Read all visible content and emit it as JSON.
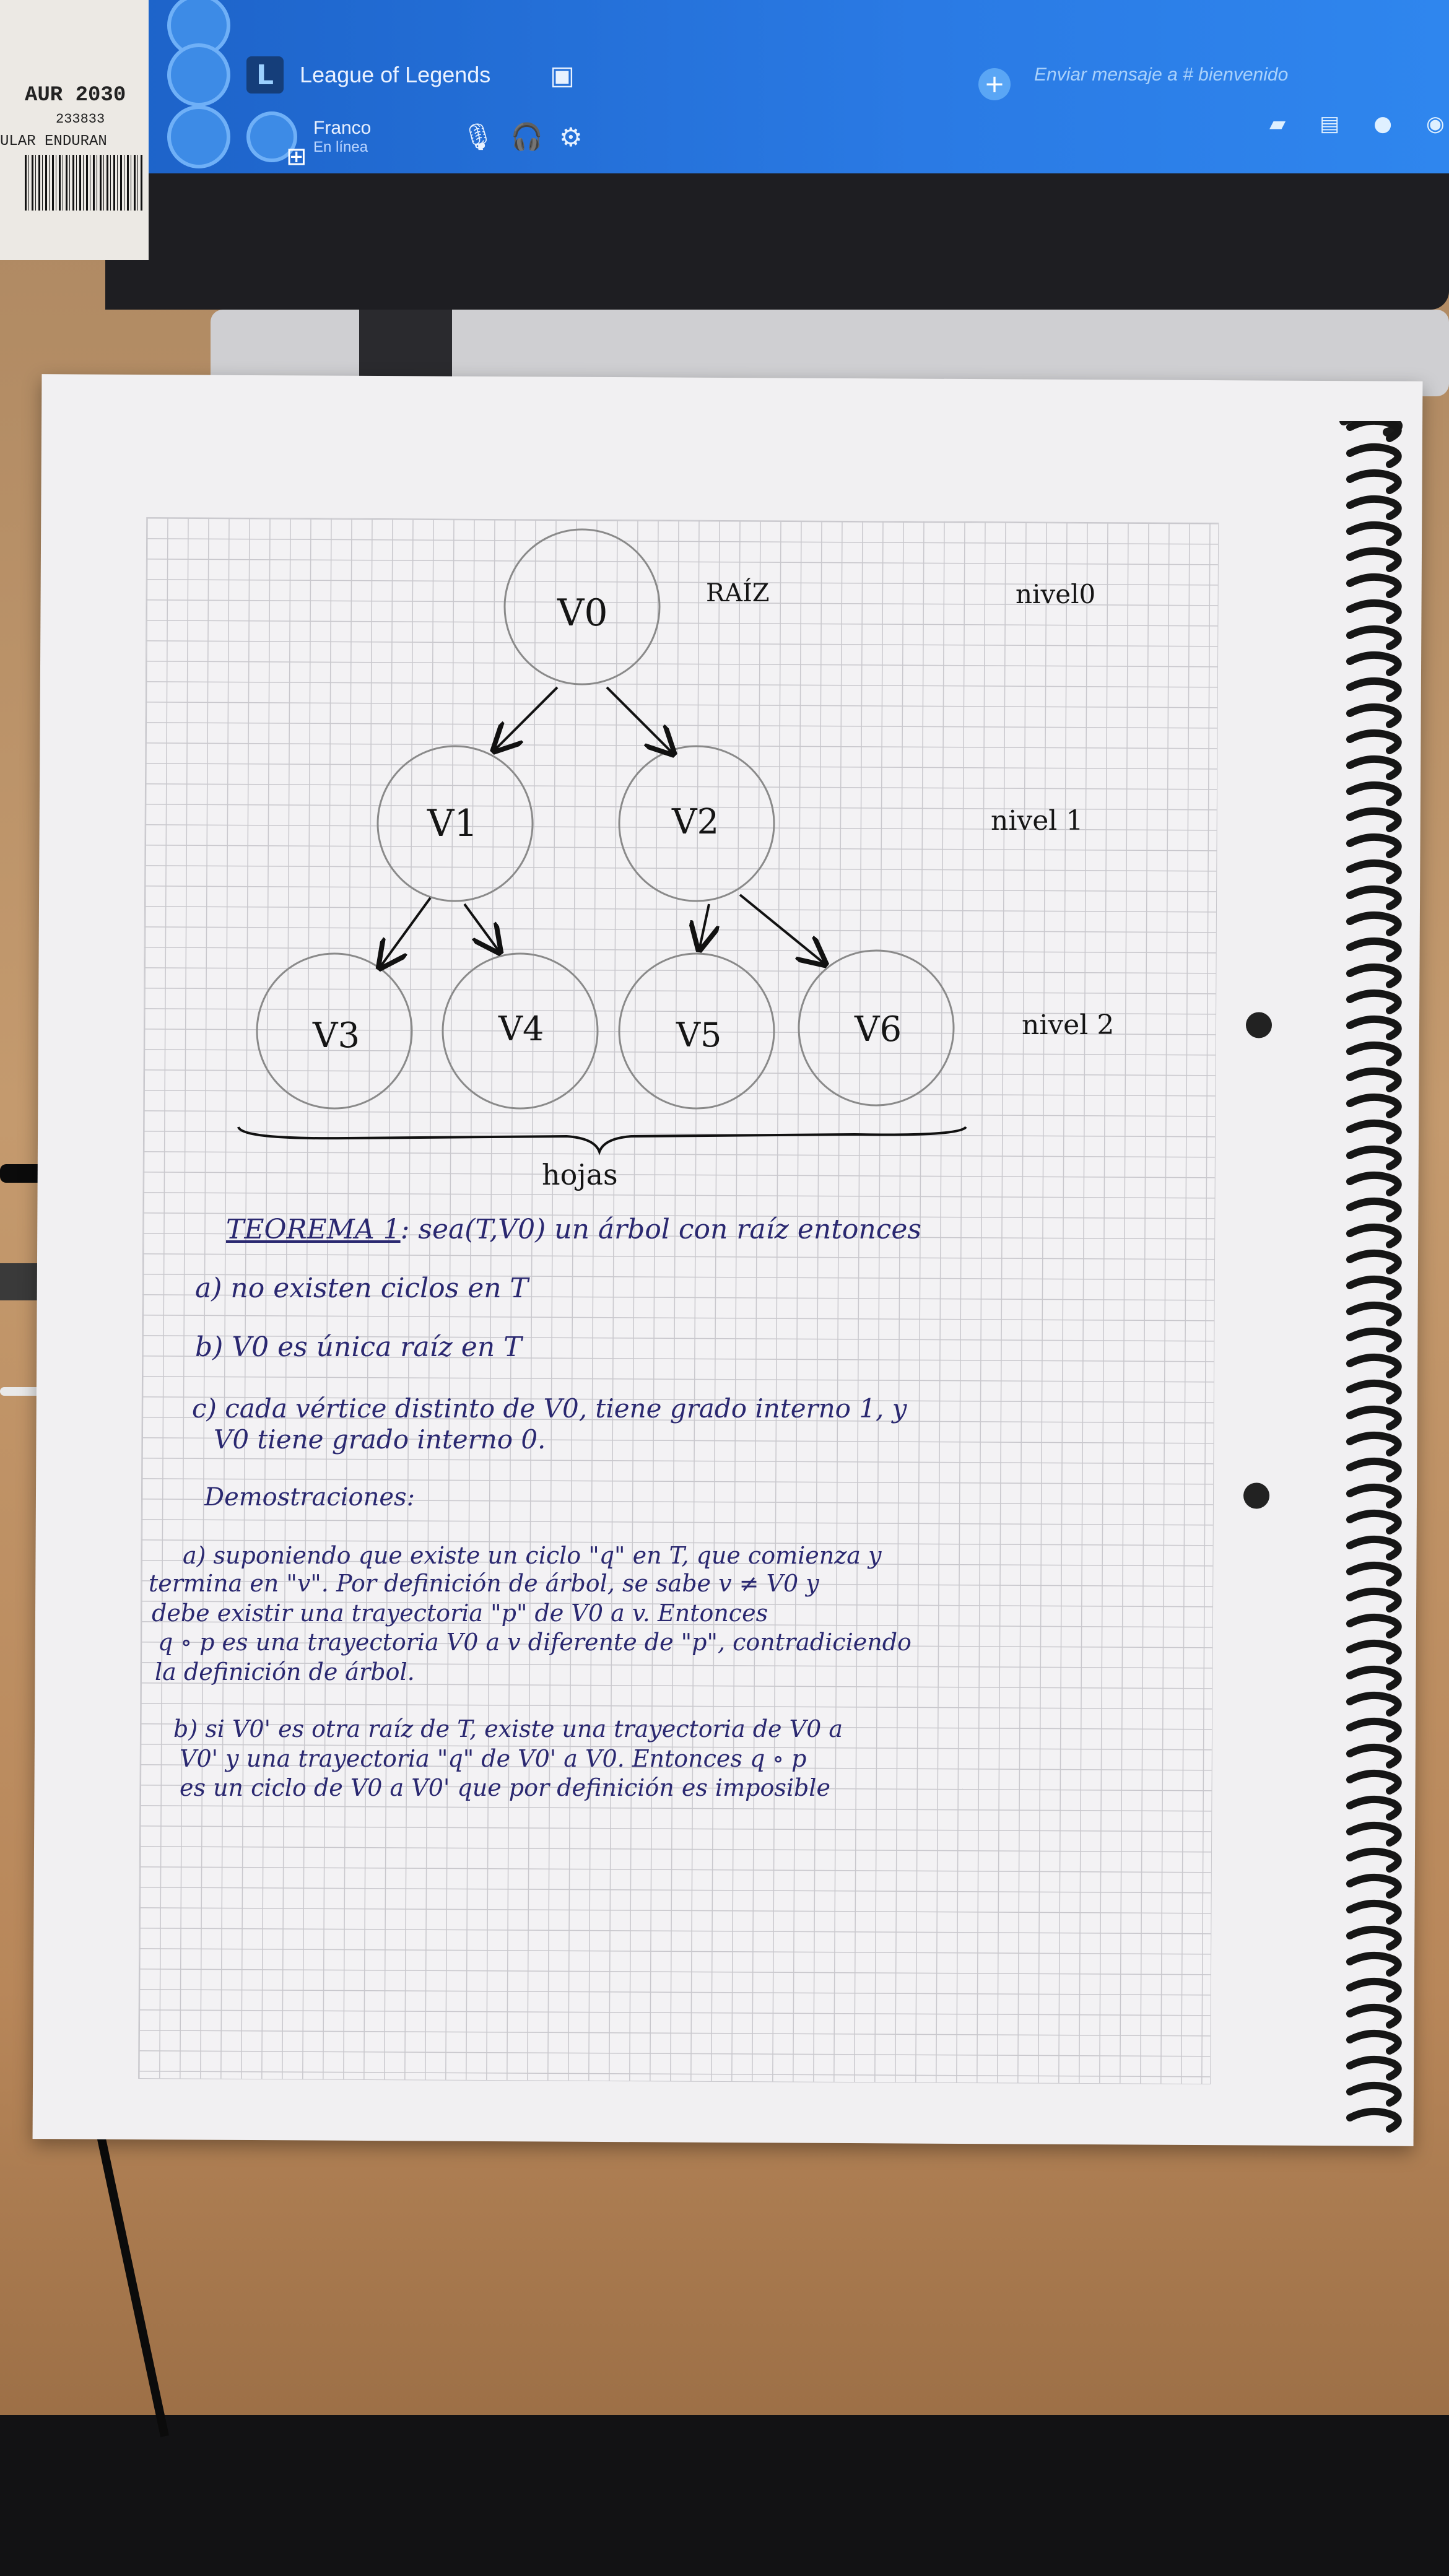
{
  "screen": {
    "game_name": "League of Legends",
    "user_name": "Franco",
    "user_status": "En línea",
    "message_placeholder": "Enviar mensaje a # bienvenido"
  },
  "receipt": {
    "line1": "AUR 2030",
    "line2": "233833",
    "line3": "ULAR ENDURAN"
  },
  "tree": {
    "root_label": "RAÍZ",
    "leaves_label": "hojas",
    "levels": [
      "nivel0",
      "nivel 1",
      "nivel 2"
    ],
    "nodes": [
      "V0",
      "V1",
      "V2",
      "V3",
      "V4",
      "V5",
      "V6"
    ]
  },
  "notes": {
    "theorem_title": "TEOREMA 1",
    "theorem_intro": ": sea(T,V0) un árbol con raíz entonces",
    "items": [
      "a) no existen ciclos en T",
      "b) V0 es única raíz en T",
      "c) cada vértice distinto de V0, tiene grado interno 1, y",
      "V0 tiene grado interno 0."
    ],
    "proofs_title": "Demostraciones:",
    "proof_a": [
      "a) suponiendo que existe un ciclo \"q\" en T, que comienza y",
      "termina en \"v\". Por definición de árbol, se sabe v ≠ V0 y",
      "debe existir una trayectoria \"p\" de V0 a v. Entonces",
      "q ∘ p es una trayectoria V0 a v diferente de \"p\", contradiciendo",
      "la definición de árbol."
    ],
    "proof_b": [
      "b) si V0' es otra raíz de T, existe una trayectoria de V0 a",
      "V0' y una trayectoria \"q\" de V0' a V0. Entonces q ∘ p",
      "es un ciclo de V0 a V0' que por definición es imposible"
    ]
  }
}
